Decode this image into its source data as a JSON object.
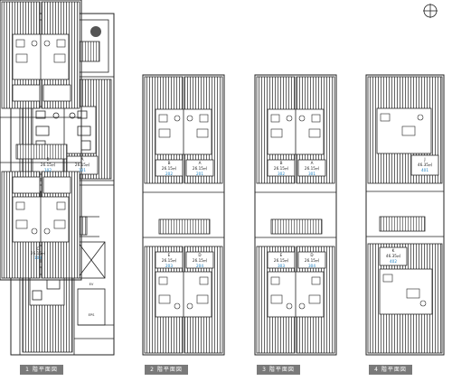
{
  "north_symbol": "north-arrow-icon",
  "colors": {
    "line": "#222222",
    "hatch": "#555555",
    "accent": "#1a7fc1",
    "caption_bg": "#7a7a7a"
  },
  "floors": [
    {
      "id": "1f",
      "caption": "1 階平面図",
      "units": [
        {
          "code": "B",
          "area": "26.15㎡",
          "no": "102"
        },
        {
          "code": "A",
          "area": "26.15㎡",
          "no": "101"
        },
        {
          "code": "C",
          "area": "26.15㎡",
          "no": "103"
        }
      ],
      "misc": [
        "EV",
        "EPS"
      ]
    },
    {
      "id": "2f",
      "caption": "2 階平面図",
      "units": [
        {
          "code": "B",
          "area": "26.15㎡",
          "no": "202"
        },
        {
          "code": "A",
          "area": "26.15㎡",
          "no": "201"
        },
        {
          "code": "E",
          "area": "26.15㎡",
          "no": "203"
        },
        {
          "code": "D",
          "area": "26.15㎡",
          "no": "204"
        }
      ]
    },
    {
      "id": "3f",
      "caption": "3 階平面図",
      "units": [
        {
          "code": "B",
          "area": "26.15㎡",
          "no": "302"
        },
        {
          "code": "A",
          "area": "26.15㎡",
          "no": "301"
        },
        {
          "code": "E",
          "area": "26.15㎡",
          "no": "303"
        },
        {
          "code": "D",
          "area": "26.15㎡",
          "no": "304"
        }
      ]
    },
    {
      "id": "4f",
      "caption": "4 階平面図",
      "units": [
        {
          "code": "J",
          "area": "46.35㎡",
          "no": "401"
        },
        {
          "code": "K",
          "area": "46.35㎡",
          "no": "402"
        }
      ]
    }
  ]
}
